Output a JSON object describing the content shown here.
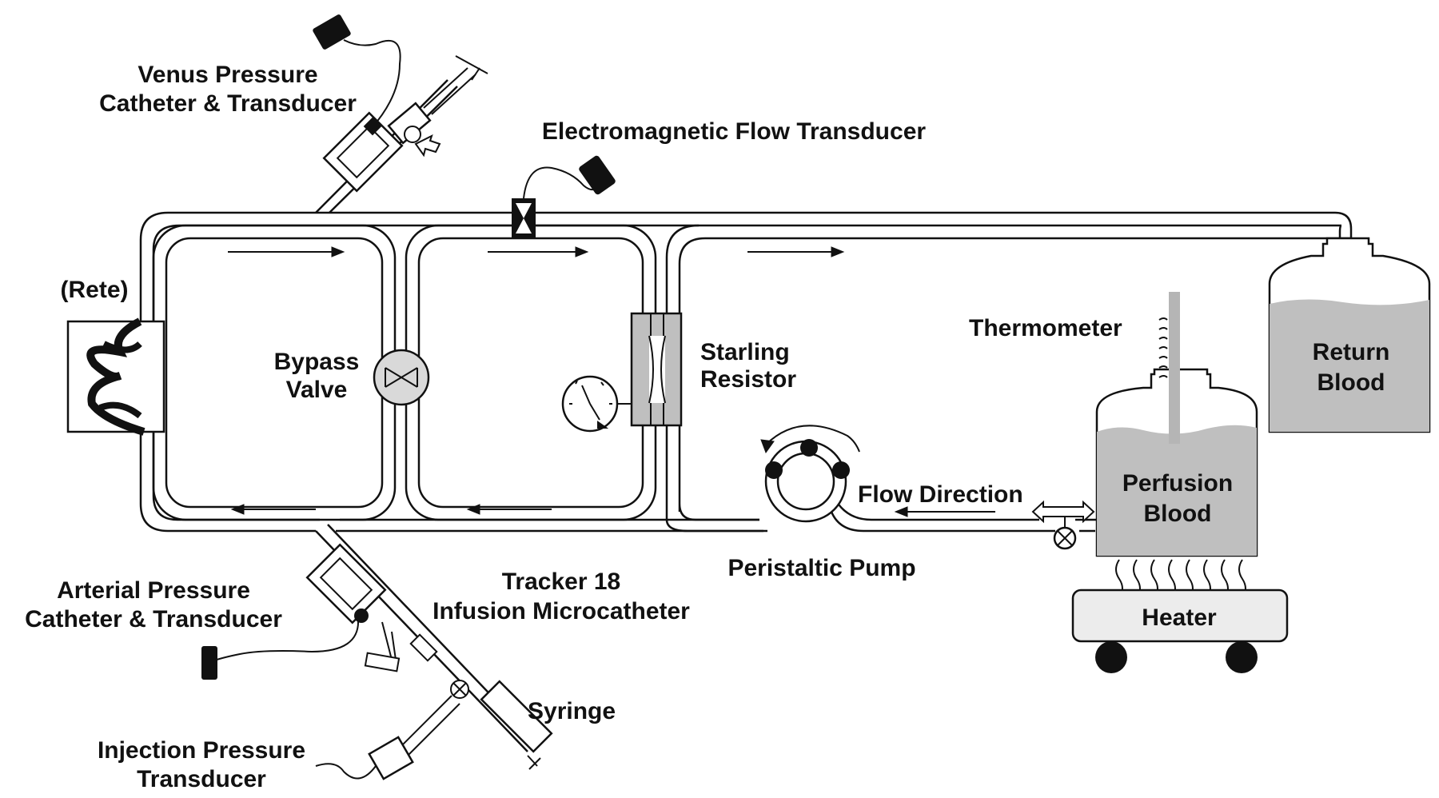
{
  "labels": {
    "venus": [
      "Venus Pressure",
      "Catheter & Transducer"
    ],
    "electromagnetic": "Electromagnetic Flow Transducer",
    "rete": "(Rete)",
    "bypass": [
      "Bypass",
      "Valve"
    ],
    "starling": [
      "Starling",
      "Resistor"
    ],
    "thermometer": "Thermometer",
    "return_blood": [
      "Return",
      "Blood"
    ],
    "perfusion_blood": [
      "Perfusion",
      "Blood"
    ],
    "flow_direction": "Flow Direction",
    "peristaltic": "Peristaltic Pump",
    "heater": "Heater",
    "tracker": [
      "Tracker 18",
      "Infusion Microcatheter"
    ],
    "arterial": [
      "Arterial Pressure",
      "Catheter & Transducer"
    ],
    "syringe": "Syringe",
    "injection": [
      "Injection Pressure",
      "Transducer"
    ]
  },
  "colors": {
    "ink": "#111111",
    "blood_fill": "#bfbfbf",
    "background": "#ffffff"
  }
}
